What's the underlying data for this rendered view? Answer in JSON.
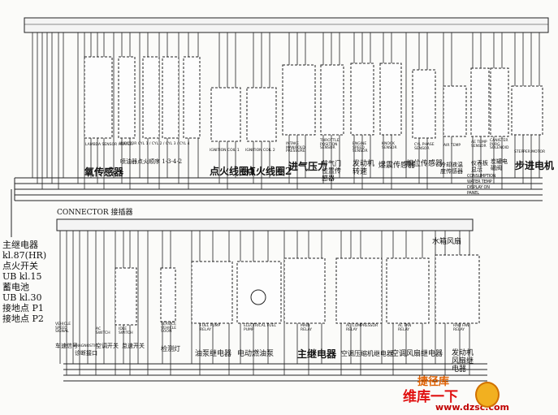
{
  "top_components": [
    {
      "id": "o2",
      "text": "氧传感器",
      "sub": "LAMBDA SENSOR HEATER"
    },
    {
      "id": "inj",
      "text": "喷油器点火顺序 1-3-4-2",
      "sub": "INJECTOR CYL 1 / CYL 2 / CYL 3 / CYL 4"
    },
    {
      "id": "coil1",
      "text": "点火线圈1",
      "sub": "IGNITION COIL 1"
    },
    {
      "id": "coil2",
      "text": "点火线圈2",
      "sub": "IGNITION COIL 2"
    },
    {
      "id": "map",
      "text": "进气压力",
      "sub": "INTAKE MANIFOLD PRESSURE"
    },
    {
      "id": "tps",
      "text": "节气门位置传感器",
      "sub": "THROTTLE POSITION SENSOR"
    },
    {
      "id": "speed",
      "text": "发动机转速",
      "sub": "ENGINE SPEED SENSOR"
    },
    {
      "id": "knock",
      "text": "爆震传感器",
      "sub": "KNOCK SENSOR"
    },
    {
      "id": "phase",
      "text": "相位传感器",
      "sub": "CYL PHASE SENSOR"
    },
    {
      "id": "temp",
      "text": "冷却液温度传感器",
      "sub": "AIR TEMP"
    },
    {
      "id": "valve",
      "text": "仪表板显示",
      "sub": "AE TEMP SENSOR"
    },
    {
      "id": "canister",
      "text": "炭罐电磁阀",
      "sub": "CANISTER PURG SOLENOID"
    },
    {
      "id": "stepper",
      "text": "步进电机",
      "sub": "STEPPER MOTOR"
    }
  ],
  "bus_labels": [
    "CONSUMPTION",
    "WATER TEMP",
    "DISPLAY ON",
    "PANEL"
  ],
  "connector_label": "CONNECTOR 接插器",
  "side_labels": [
    "主继电器",
    "kl.87(HR)",
    "点火开关",
    "UB kl.15",
    "蓄电池",
    "UB kl.30",
    "接地点 P1",
    "接地点 P2"
  ],
  "bottom_components": [
    {
      "id": "vspeed",
      "text": "车速信号",
      "sub": "VEHICLE SPEED SIGNAL"
    },
    {
      "id": "diag",
      "text": "诊断接口",
      "sub": "DIAGNOSTIC"
    },
    {
      "id": "ac_sw",
      "text": "空调开关",
      "sub": "AC SWITCH"
    },
    {
      "id": "idle",
      "text": "怠速开关",
      "sub": "IDLE SWITCH"
    },
    {
      "id": "check",
      "text": "检测灯",
      "sub": "SERVICE VEHICLE SOON"
    },
    {
      "id": "fuelrelay",
      "text": "油泵继电器",
      "sub": "FUEL PUMP RELAY"
    },
    {
      "id": "pump",
      "text": "电动燃油泵",
      "sub": "ELECTRICAL FUEL PUMP"
    },
    {
      "id": "main",
      "text": "主继电器",
      "sub": "MAIN RELAY"
    },
    {
      "id": "acrelay",
      "text": "空调压缩机继电器",
      "sub": "AC COMPRESSOR RELAY"
    },
    {
      "id": "fanrelay",
      "text": "空调风扇继电器",
      "sub": "AC FAN RELAY"
    },
    {
      "id": "radfan",
      "text": "发动机风扇继电器",
      "sub": "RAD FAN RELAY"
    }
  ],
  "water_fan": "水箱风扇",
  "watermark_main": "维库一下",
  "watermark_url": "www.dzsc.com",
  "watermark_logo": "捷径库"
}
